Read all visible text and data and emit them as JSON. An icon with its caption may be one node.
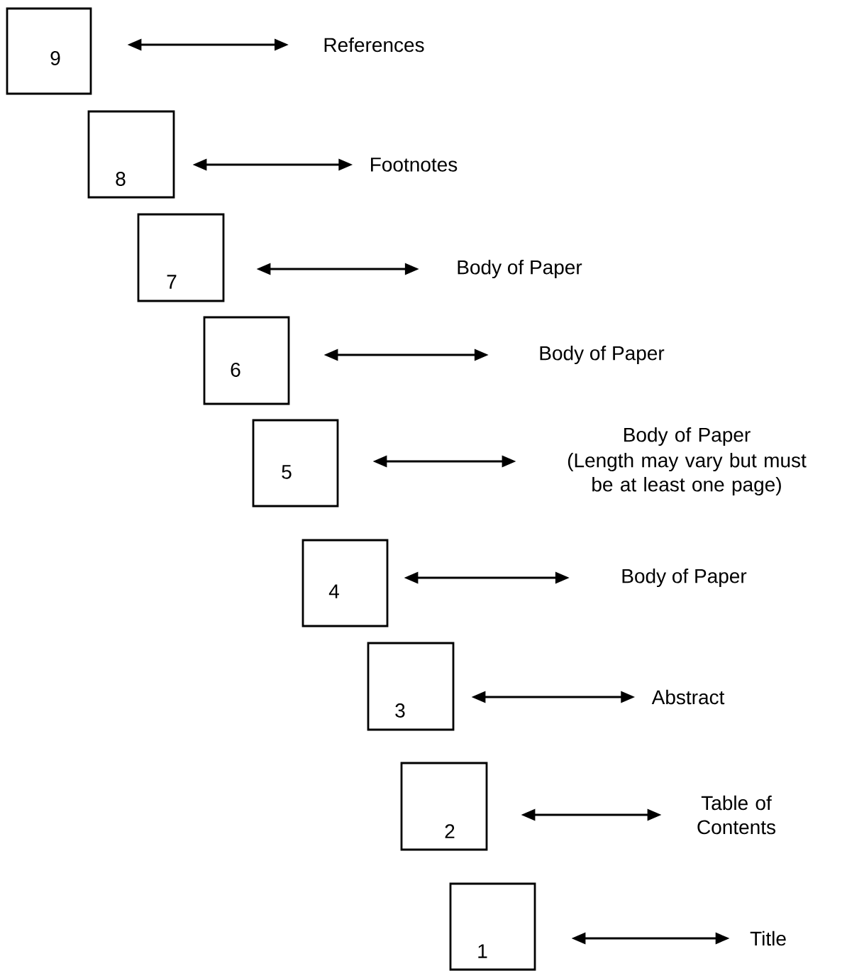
{
  "diagram": {
    "nodes": [
      {
        "text": [
          "9"
        ]
      },
      {
        "text": [
          "References"
        ]
      },
      {
        "text": [
          "8"
        ]
      },
      {
        "text": [
          "Footnotes"
        ]
      },
      {
        "text": [
          "7"
        ]
      },
      {
        "text": [
          "Body of Paper"
        ]
      },
      {
        "text": [
          "6"
        ]
      },
      {
        "text": [
          "Body of Paper"
        ]
      },
      {
        "text": [
          "5"
        ]
      },
      {
        "text": [
          "Body of Paper",
          "(Length may vary but must be at least one page)"
        ]
      },
      {
        "text": [
          "4"
        ]
      },
      {
        "text": [
          "Body of Paper"
        ]
      },
      {
        "text": [
          "3"
        ]
      },
      {
        "text": [
          "Abstract"
        ]
      },
      {
        "text": [
          "2"
        ]
      },
      {
        "text": [
          "Table of Contents"
        ]
      },
      {
        "text": [
          "1"
        ]
      },
      {
        "text": [
          "Title"
        ]
      }
    ],
    "edges": [
      {
        "from": 0,
        "to": 1,
        "arrow": "both"
      },
      {
        "from": 2,
        "to": 3,
        "arrow": "both"
      },
      {
        "from": 4,
        "to": 5,
        "arrow": "both"
      },
      {
        "from": 6,
        "to": 7,
        "arrow": "both"
      },
      {
        "from": 8,
        "to": 9,
        "arrow": "both"
      },
      {
        "from": 10,
        "to": 11,
        "arrow": "both"
      },
      {
        "from": 12,
        "to": 13,
        "arrow": "both"
      },
      {
        "from": 14,
        "to": 15,
        "arrow": "both"
      },
      {
        "from": 16,
        "to": 17,
        "arrow": "both"
      }
    ]
  }
}
